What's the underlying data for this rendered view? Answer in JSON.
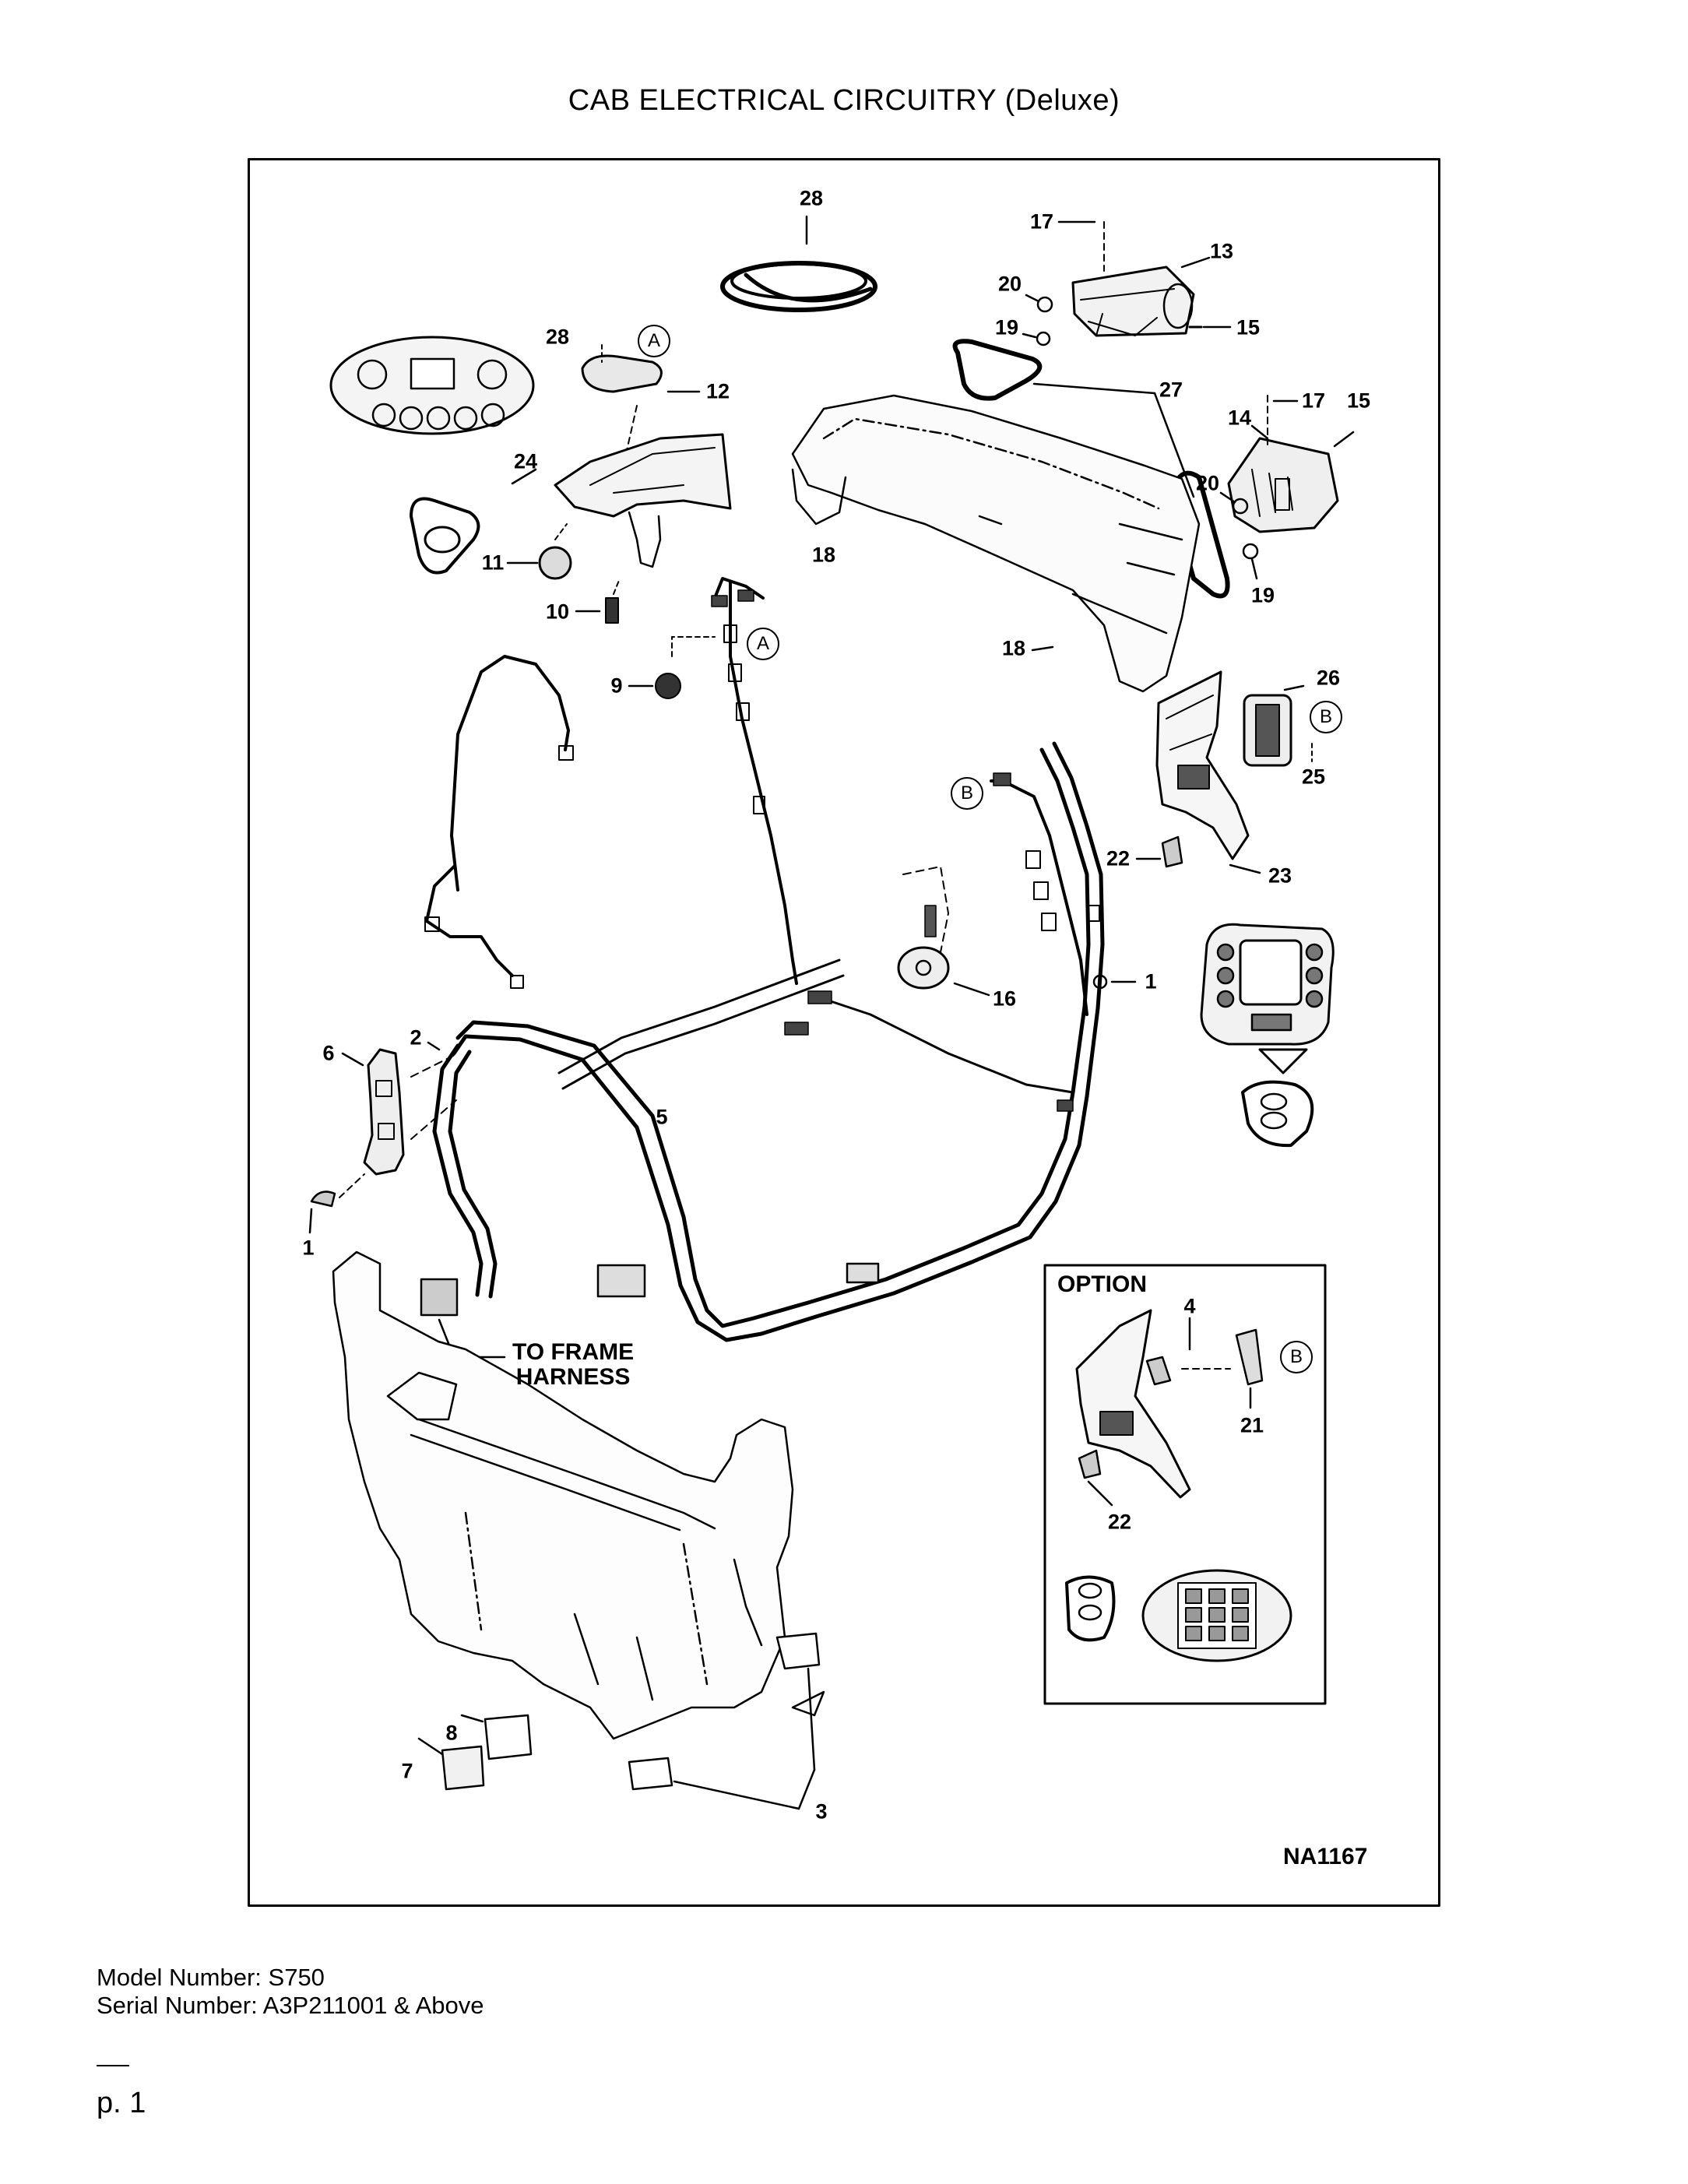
{
  "page_title": "CAB ELECTRICAL CIRCUITRY (Deluxe)",
  "figure_code": "NA1167",
  "option_label": "OPTION",
  "harness_note": {
    "line1": "TO FRAME",
    "line2": "HARNESS"
  },
  "circle_refs": {
    "a1": "A",
    "a2": "A",
    "b1": "B",
    "b2": "B",
    "b3": "B"
  },
  "callouts": {
    "c28a": "28",
    "c28b": "28",
    "c17a": "17",
    "c13": "13",
    "c20a": "20",
    "c19a": "19",
    "c15a": "15",
    "c12": "12",
    "c27": "27",
    "c17b": "17",
    "c15b": "15",
    "c14": "14",
    "c24": "24",
    "c20b": "20",
    "c18a": "18",
    "c11": "11",
    "c19b": "19",
    "c10": "10",
    "c18b": "18",
    "c9": "9",
    "c26": "26",
    "c25": "25",
    "c22a": "22",
    "c23": "23",
    "c1a": "1",
    "c16": "16",
    "c6": "6",
    "c2": "2",
    "c5": "5",
    "c1b": "1",
    "c4": "4",
    "c21": "21",
    "c22b": "22",
    "c8": "8",
    "c7": "7",
    "c3": "3"
  },
  "footer": {
    "model_label": "Model Number: S750",
    "serial_label": "Serial Number: A3P211001 & Above",
    "page_number": "p. 1"
  }
}
